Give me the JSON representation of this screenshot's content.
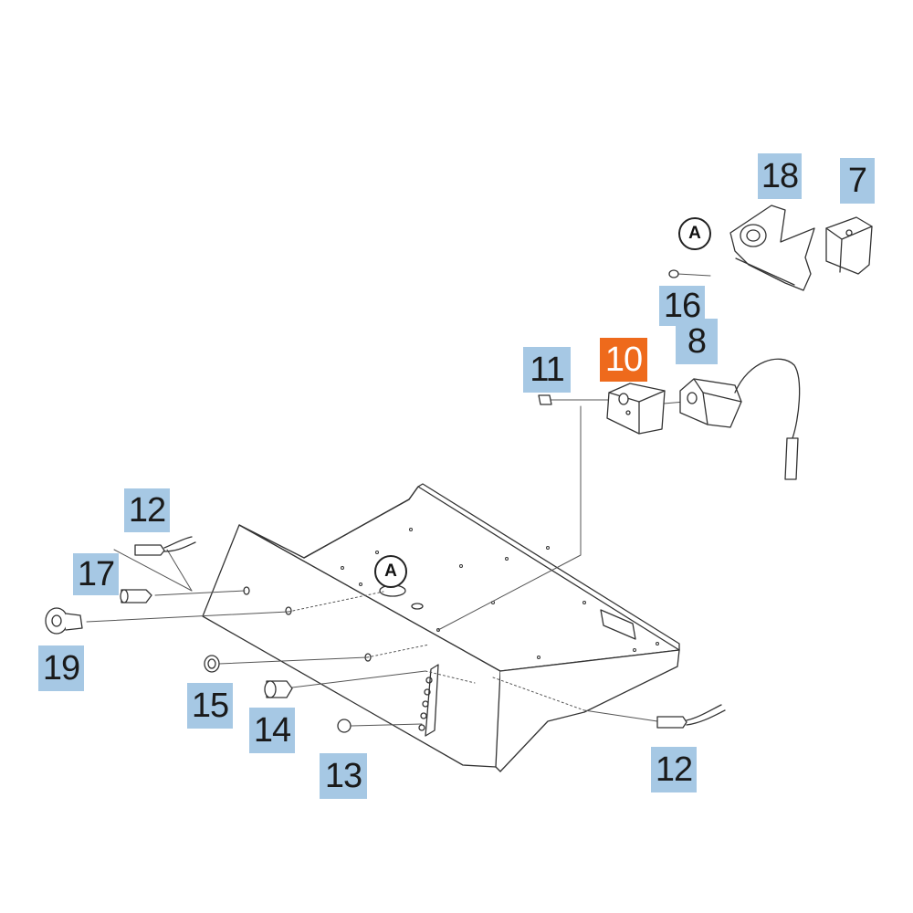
{
  "callouts": [
    {
      "id": "18",
      "label": "18",
      "highlighted": false
    },
    {
      "id": "7",
      "label": "7",
      "highlighted": false
    },
    {
      "id": "16",
      "label": "16",
      "highlighted": false
    },
    {
      "id": "8",
      "label": "8",
      "highlighted": false
    },
    {
      "id": "11",
      "label": "11",
      "highlighted": false
    },
    {
      "id": "10",
      "label": "10",
      "highlighted": true
    },
    {
      "id": "12",
      "label": "12",
      "highlighted": false
    },
    {
      "id": "17",
      "label": "17",
      "highlighted": false
    },
    {
      "id": "19",
      "label": "19",
      "highlighted": false
    },
    {
      "id": "15",
      "label": "15",
      "highlighted": false
    },
    {
      "id": "14",
      "label": "14",
      "highlighted": false
    },
    {
      "id": "13",
      "label": "13",
      "highlighted": false
    }
  ],
  "markers": [
    {
      "label": "A"
    },
    {
      "label": "A"
    }
  ],
  "colors": {
    "callout_background": "#a6c8e4",
    "callout_highlight": "#ee6a1c",
    "line": "#333333"
  }
}
